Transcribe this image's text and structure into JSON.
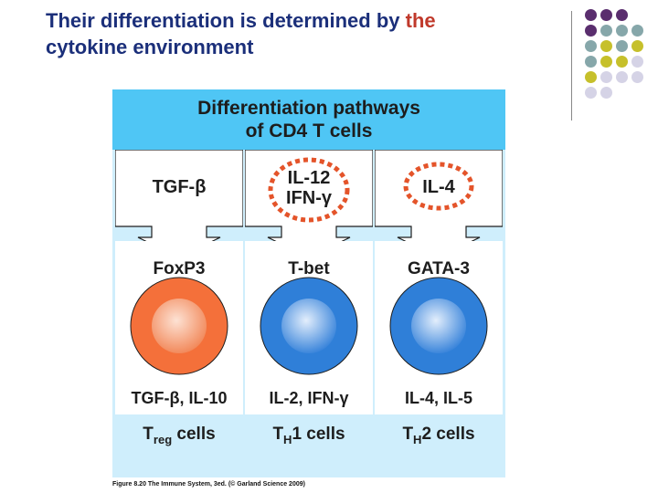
{
  "slide": {
    "title_prefix": "Their differentiation is determined by ",
    "title_highlight": "the",
    "title_line2": "cytokine environment"
  },
  "figure": {
    "header_line1": "Differentiation pathways",
    "header_line2": "of CD4 T cells",
    "columns": [
      {
        "stimulus_line1": "TGF-β",
        "stimulus_line2": "",
        "transcription_factor": "FoxP3",
        "cytokines": "TGF-β, IL-10",
        "cell_main": "T",
        "cell_sub": "reg",
        "cell_suffix": " cells",
        "nucleus_color": "#f4703a"
      },
      {
        "stimulus_line1": "IL-12",
        "stimulus_line2": "IFN-γ",
        "transcription_factor": "T-bet",
        "cytokines": "IL-2, IFN-γ",
        "cell_main": "T",
        "cell_sub": "H",
        "cell_suffix": "1 cells",
        "nucleus_color": "#2f7fd8"
      },
      {
        "stimulus_line1": "IL-4",
        "stimulus_line2": "",
        "transcription_factor": "GATA-3",
        "cytokines": "IL-4, IL-5",
        "cell_main": "T",
        "cell_sub": "H",
        "cell_suffix": "2 cells",
        "nucleus_color": "#2f7fd8"
      }
    ],
    "caption": "Figure 8.20 The Immune System, 3ed. (© Garland Science 2009)"
  },
  "colors": {
    "title_text": "#1b2f7a",
    "title_highlight": "#c0392b",
    "banner": "#4fc6f5",
    "cell_bg": "#cfeefc",
    "dashed_circle": "#e4542a",
    "dot_purple": "#5a2e6e",
    "dot_teal": "#86a7aa",
    "dot_olive": "#c6c02b",
    "dot_lilac": "#d5d3e6"
  }
}
